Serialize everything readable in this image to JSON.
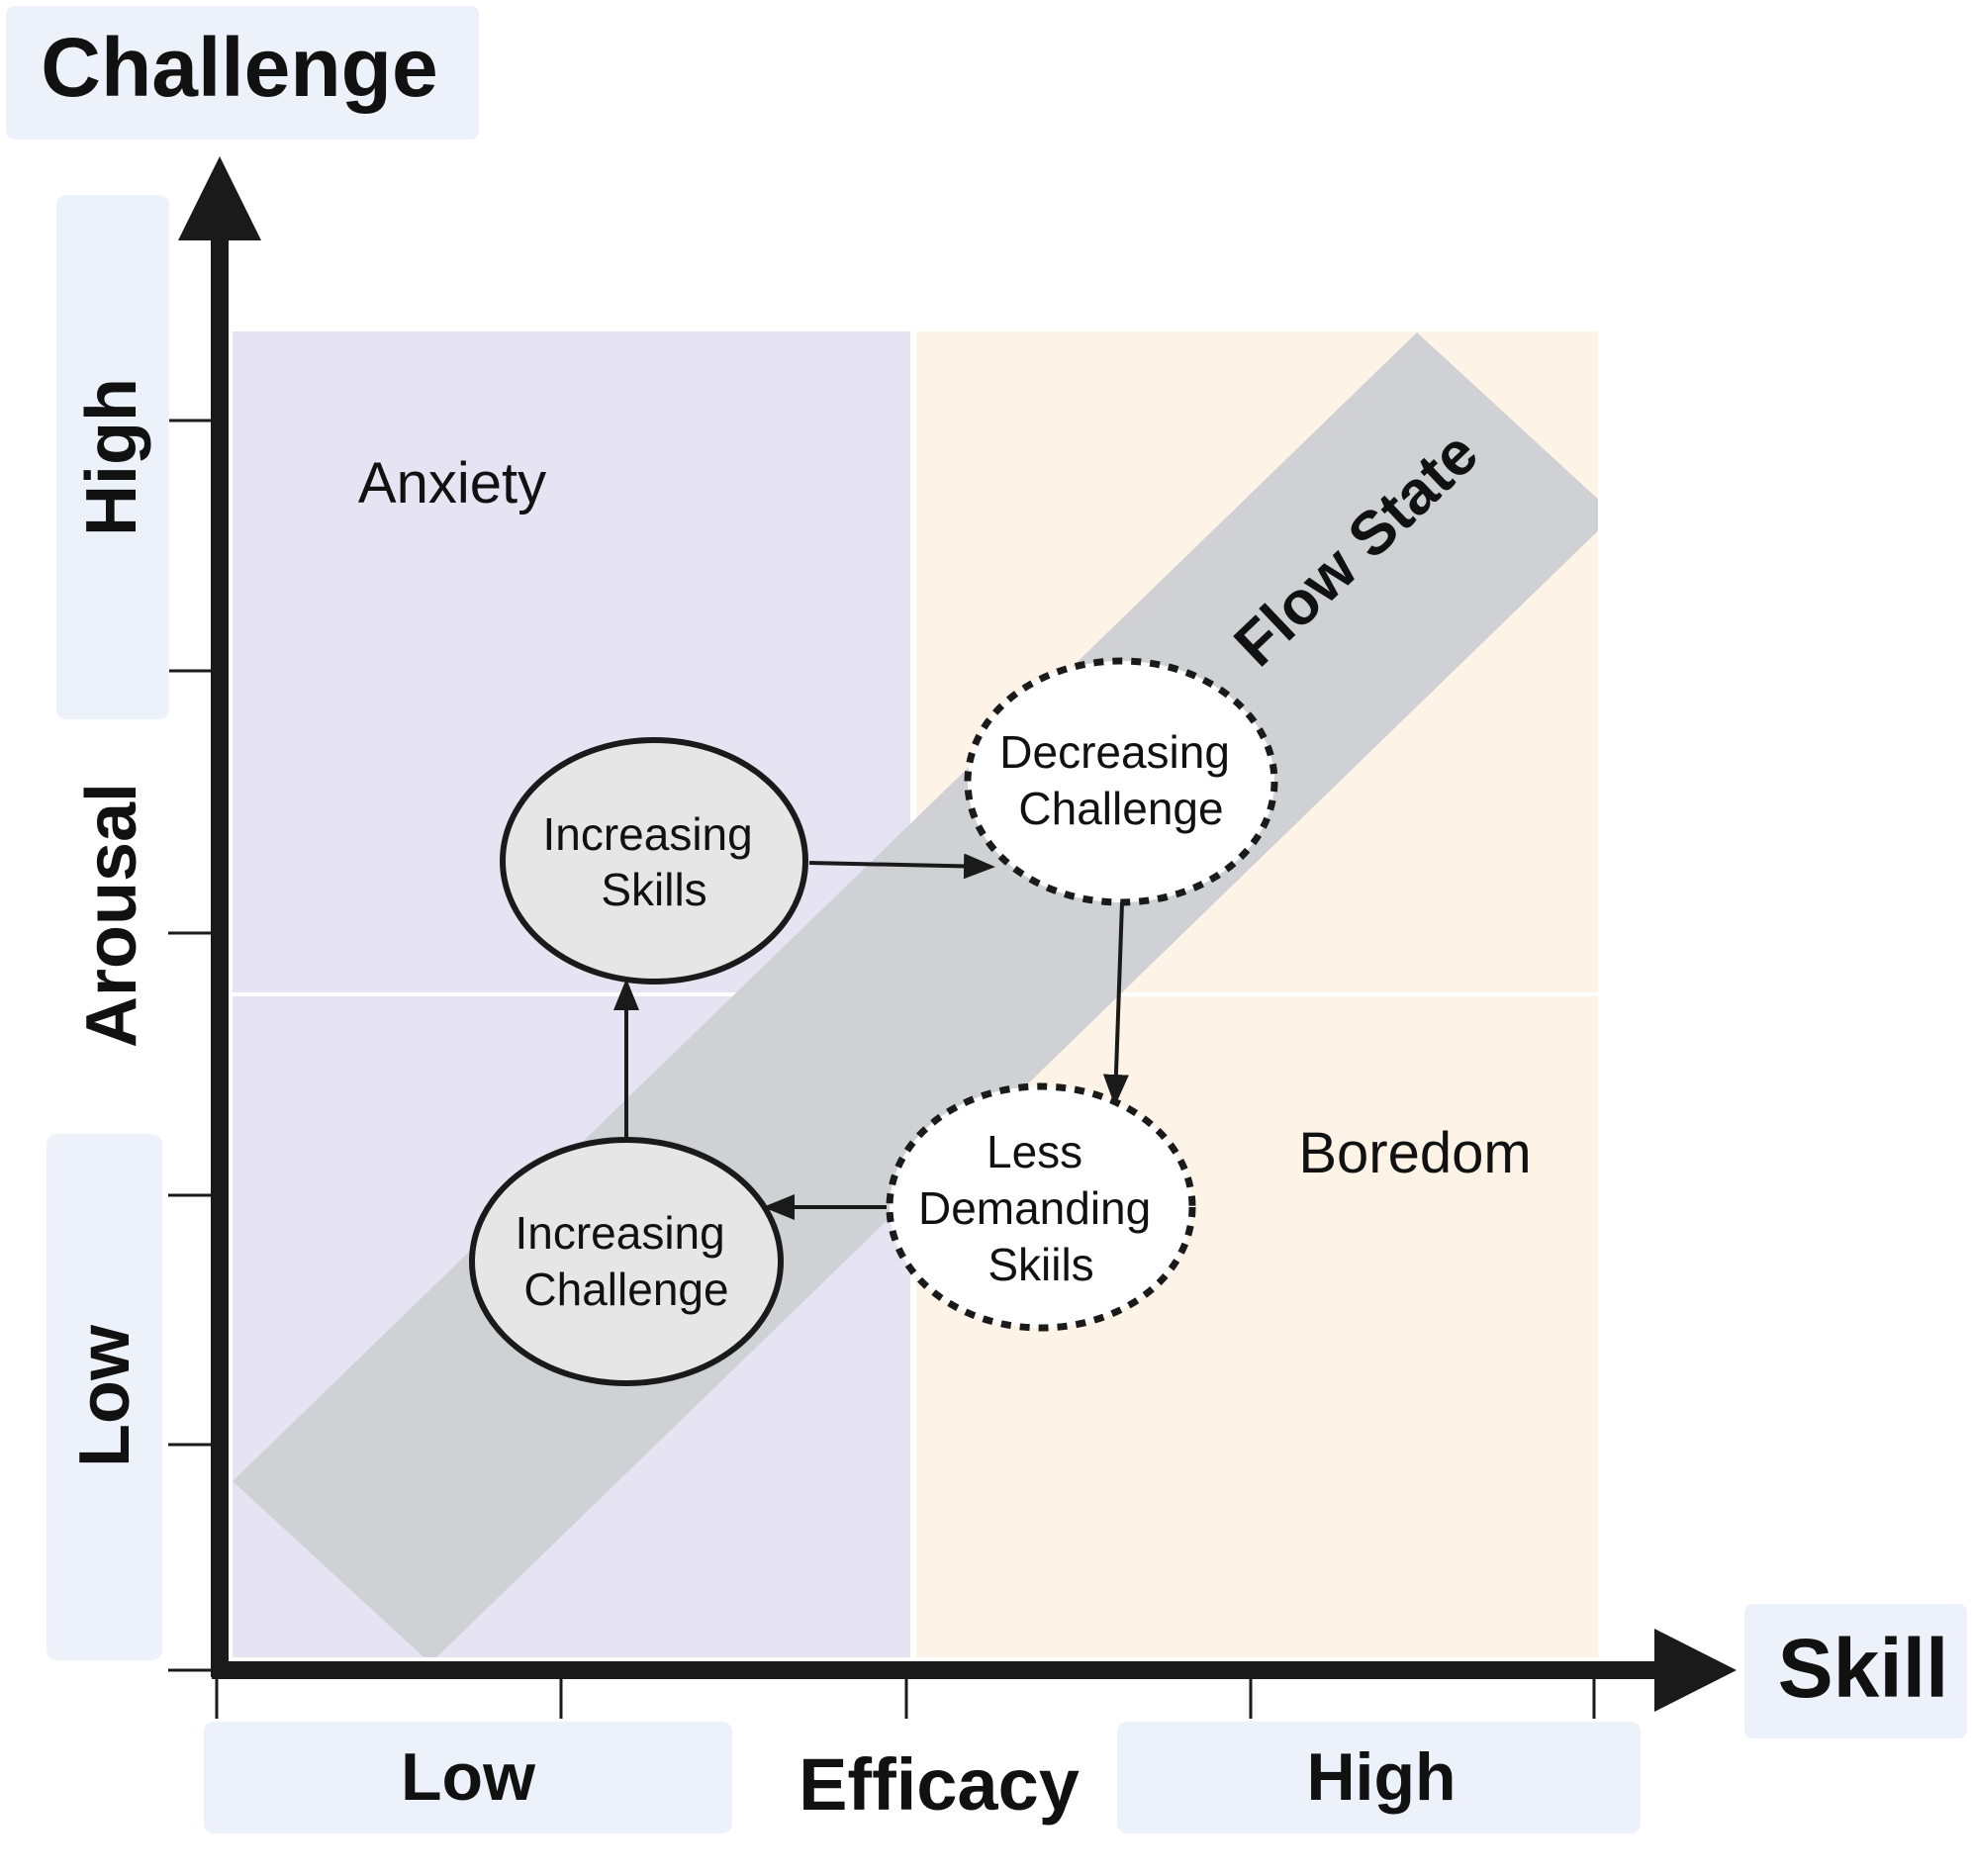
{
  "axes": {
    "y_title": "Challenge",
    "x_title": "Skill",
    "y_middle": "Arousal",
    "x_middle": "Efficacy",
    "y_high": "High",
    "y_low": "Low",
    "x_low": "Low",
    "x_high": "High"
  },
  "regions": {
    "anxiety": "Anxiety",
    "boredom": "Boredom",
    "flow": "Flow State"
  },
  "nodes": {
    "increasing_skills": [
      "Increasing",
      "Skills"
    ],
    "decreasing_challenge": [
      "Decreasing",
      "Challenge"
    ],
    "less_demanding": [
      "Less",
      "Demanding",
      "Skiils"
    ],
    "increasing_challenge": [
      "Increasing",
      "Challenge"
    ]
  },
  "colors": {
    "anxiety_bg": "#e6e3f3",
    "boredom_bg": "#fdf3e6",
    "flow_band": "#cfd1d4",
    "label_box": "#edf2fa",
    "axis": "#1a1a1a",
    "solid_node_fill": "#e6e6e6",
    "dashed_node_fill": "#ffffff"
  }
}
